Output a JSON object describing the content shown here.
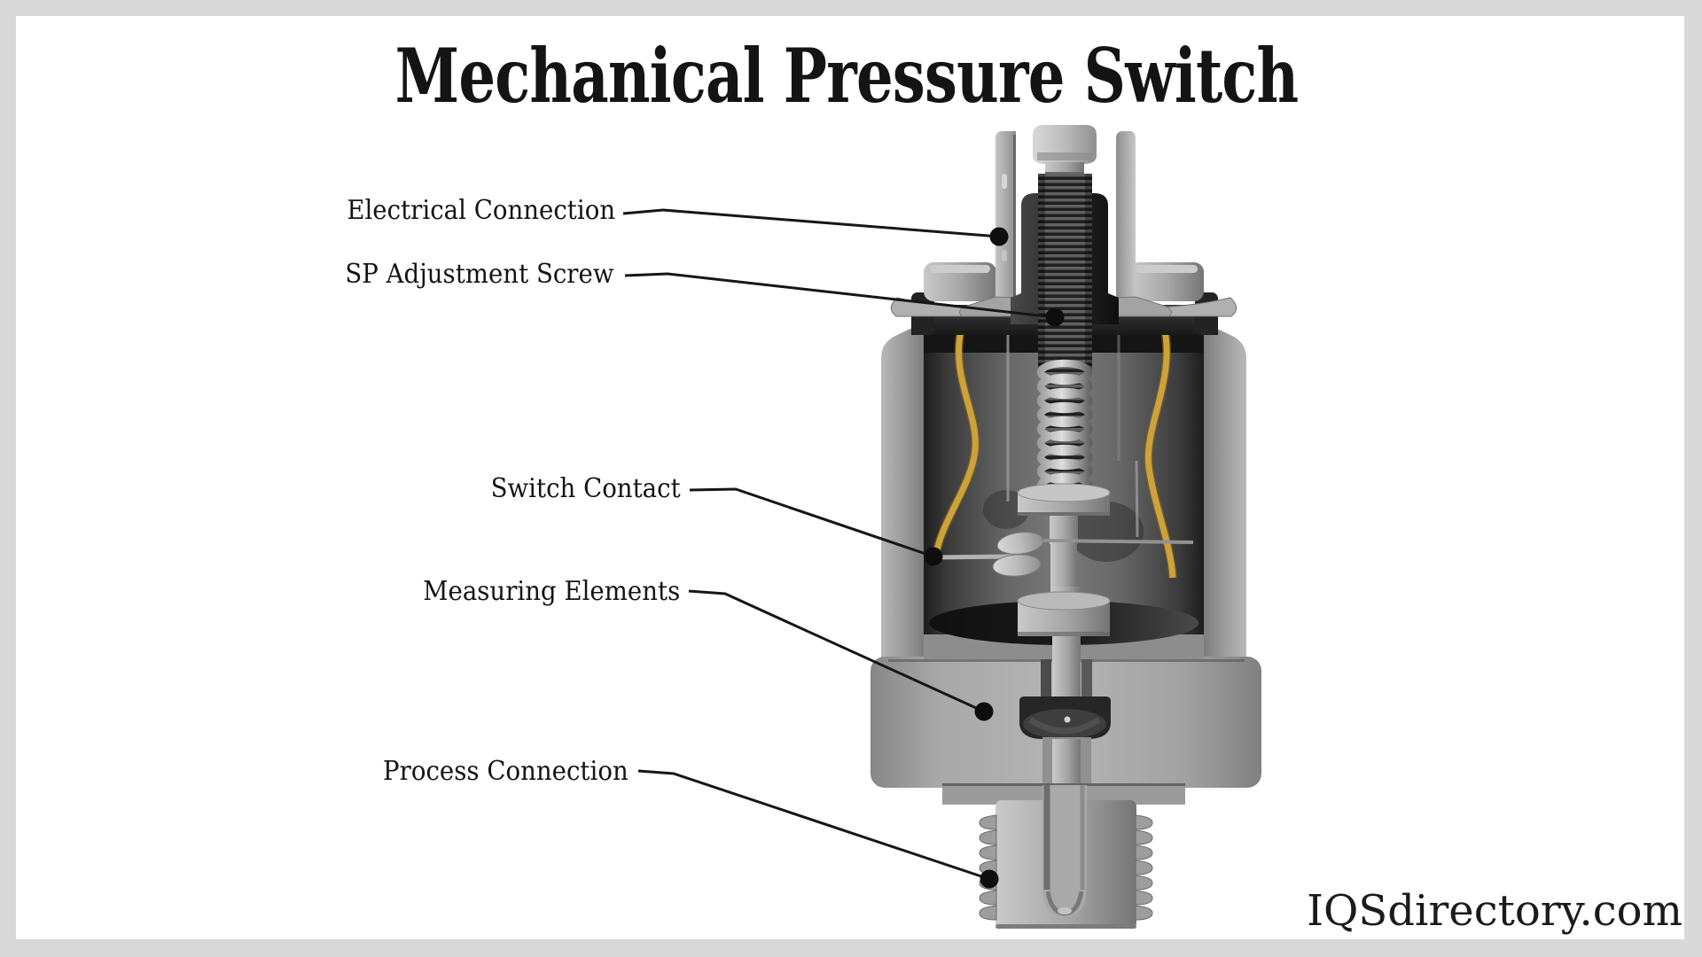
{
  "page": {
    "title": "Mechanical Pressure Switch",
    "watermark": "IQSdirectory.com"
  },
  "palette": {
    "frame": "#d9d9d9",
    "canvas": "#ffffff",
    "ink": "#161616",
    "metal_light": "#c6c6c6",
    "metal_mid": "#9e9e9e",
    "metal_dark": "#5f5f5f",
    "housing_black": "#1e1e1e",
    "wire_yellow": "#cda23a"
  },
  "diagram": {
    "subject": "Cutaway illustration of a mechanical pressure switch",
    "labels": [
      {
        "id": "electrical-connection",
        "text": "Electrical Connection"
      },
      {
        "id": "sp-adjustment-screw",
        "text": "SP Adjustment Screw"
      },
      {
        "id": "switch-contact",
        "text": "Switch Contact"
      },
      {
        "id": "measuring-elements",
        "text": "Measuring Elements"
      },
      {
        "id": "process-connection",
        "text": "Process Connection"
      }
    ]
  }
}
